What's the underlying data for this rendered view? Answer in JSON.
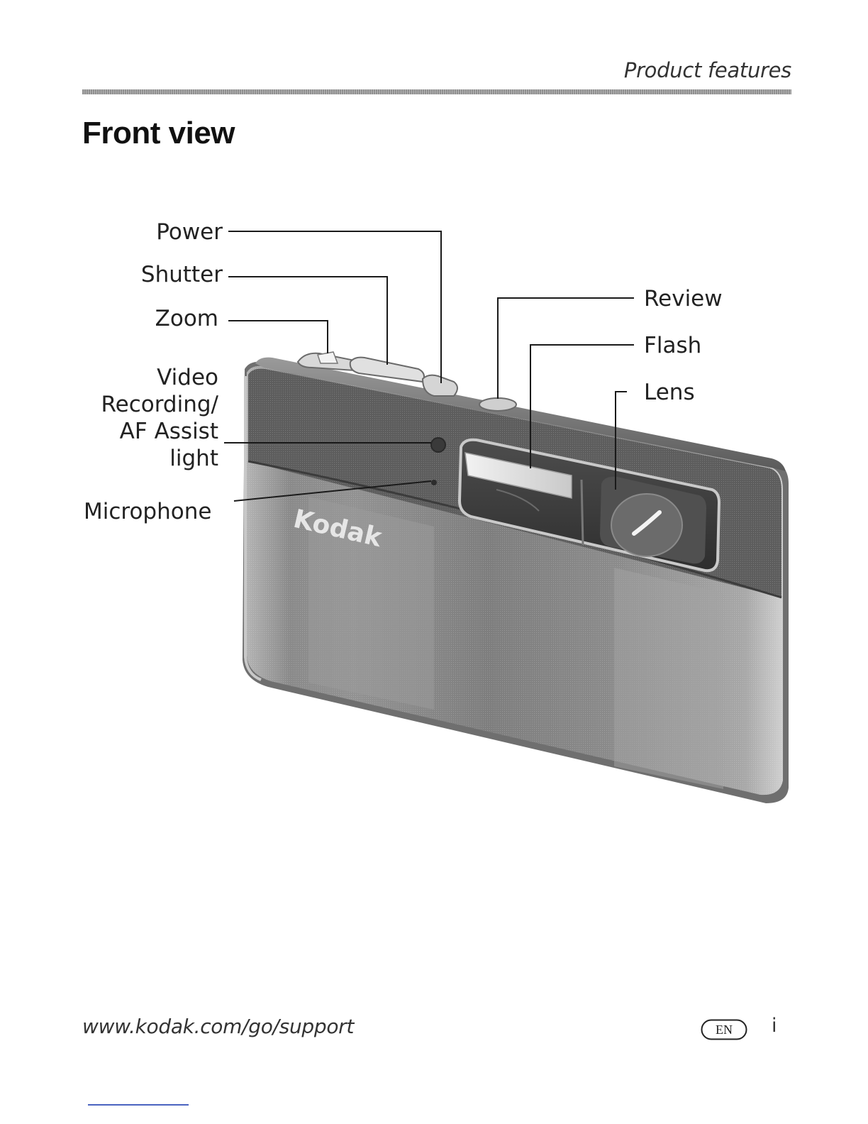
{
  "header": {
    "section": "Product features"
  },
  "page": {
    "title": "Front view"
  },
  "callouts": {
    "power": "Power",
    "shutter": "Shutter",
    "zoom": "Zoom",
    "video_line1": "Video",
    "video_line2": "Recording/",
    "video_line3": "AF Assist",
    "video_line4": "light",
    "microphone": "Microphone",
    "review": "Review",
    "flash": "Flash",
    "lens": "Lens"
  },
  "camera": {
    "brand_logo": "Kodak",
    "body_color": "#8a8a8a"
  },
  "footer": {
    "url": "www.kodak.com/go/support",
    "language_badge": "EN",
    "page_number": "i"
  }
}
